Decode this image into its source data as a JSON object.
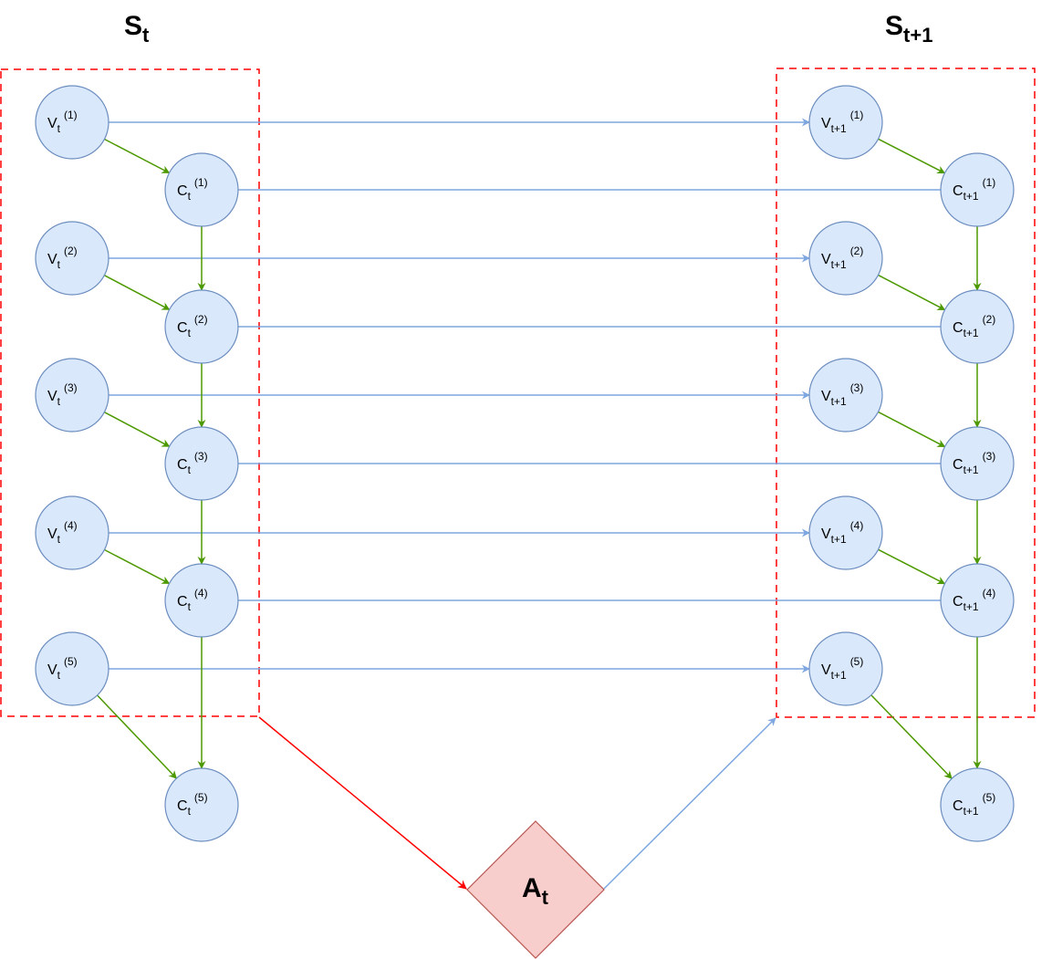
{
  "colors": {
    "node_fill": "#dae8fc",
    "node_stroke": "#6c8ebf",
    "transition_edge": "#7ea6e0",
    "dependency_edge": "#4d9900",
    "state_box": "#ff0000",
    "action_edge": "#ff0000",
    "action_fill": "#f8cecc",
    "action_stroke": "#b85450"
  },
  "state_t": {
    "label_main": "S",
    "label_sub": "t",
    "v_nodes": [
      {
        "main": "V",
        "sub": "t",
        "sup": "(1)"
      },
      {
        "main": "V",
        "sub": "t",
        "sup": "(2)"
      },
      {
        "main": "V",
        "sub": "t",
        "sup": "(3)"
      },
      {
        "main": "V",
        "sub": "t",
        "sup": "(4)"
      },
      {
        "main": "V",
        "sub": "t",
        "sup": "(5)"
      }
    ],
    "c_nodes": [
      {
        "main": "C",
        "sub": "t",
        "sup": "(1)"
      },
      {
        "main": "C",
        "sub": "t",
        "sup": "(2)"
      },
      {
        "main": "C",
        "sub": "t",
        "sup": "(3)"
      },
      {
        "main": "C",
        "sub": "t",
        "sup": "(4)"
      },
      {
        "main": "C",
        "sub": "t",
        "sup": "(5)"
      }
    ]
  },
  "state_t1": {
    "label_main": "S",
    "label_sub": "t+1",
    "v_nodes": [
      {
        "main": "V",
        "sub": "t+1",
        "sup": "(1)"
      },
      {
        "main": "V",
        "sub": "t+1",
        "sup": "(2)"
      },
      {
        "main": "V",
        "sub": "t+1",
        "sup": "(3)"
      },
      {
        "main": "V",
        "sub": "t+1",
        "sup": "(4)"
      },
      {
        "main": "V",
        "sub": "t+1",
        "sup": "(5)"
      }
    ],
    "c_nodes": [
      {
        "main": "C",
        "sub": "t+1",
        "sup": "(1)"
      },
      {
        "main": "C",
        "sub": "t+1",
        "sup": "(2)"
      },
      {
        "main": "C",
        "sub": "t+1",
        "sup": "(3)"
      },
      {
        "main": "C",
        "sub": "t+1",
        "sup": "(4)"
      },
      {
        "main": "C",
        "sub": "t+1",
        "sup": "(5)"
      }
    ]
  },
  "action": {
    "main": "A",
    "sub": "t"
  }
}
